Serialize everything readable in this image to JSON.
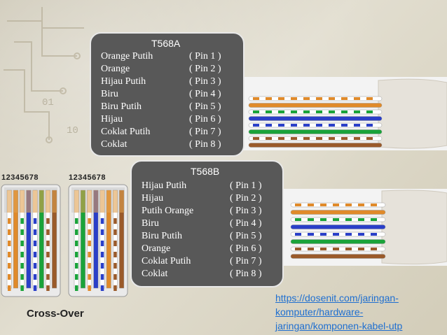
{
  "panel_a": {
    "title": "T568A",
    "rows": [
      {
        "color": "Orange Putih",
        "pin": "( Pin 1 )"
      },
      {
        "color": "Orange",
        "pin": "( Pin 2 )"
      },
      {
        "color": "Hijau Putih",
        "pin": "( Pin 3 )"
      },
      {
        "color": "Biru",
        "pin": "( Pin 4 )"
      },
      {
        "color": "Biru Putih",
        "pin": "( Pin 5 )"
      },
      {
        "color": "Hijau",
        "pin": "( Pin 6 )"
      },
      {
        "color": "Coklat Putih",
        "pin": "( Pin 7 )"
      },
      {
        "color": "Coklat",
        "pin": "( Pin 8 )"
      }
    ]
  },
  "panel_b": {
    "title": "T568B",
    "rows": [
      {
        "color": "Hijau Putih",
        "pin": "( Pin 1 )"
      },
      {
        "color": "Hijau",
        "pin": "( Pin 2 )"
      },
      {
        "color": "Putih Orange",
        "pin": "( Pin 3 )"
      },
      {
        "color": "Biru",
        "pin": "( Pin 4 )"
      },
      {
        "color": "Biru Putih",
        "pin": "( Pin 5 )"
      },
      {
        "color": "Orange",
        "pin": "( Pin 6 )"
      },
      {
        "color": "Coklat Putih",
        "pin": "( Pin 7 )"
      },
      {
        "color": "Coklat",
        "pin": "( Pin 8 )"
      }
    ]
  },
  "connectors": {
    "pin_numbers_left": "12345678",
    "pin_numbers_right": "12345678",
    "caption": "Cross-Over"
  },
  "source_link": {
    "line1": "https://dosenit.com/jaringan-",
    "line2": "komputer/hardware-",
    "line3": "jaringan/komponen-kabel-utp"
  },
  "colors": {
    "panel_bg": "#585858",
    "link": "#1f6fd0",
    "wire_orange": "#e08a2a",
    "wire_green": "#1aa33a",
    "wire_blue": "#2a3fc8",
    "wire_brown": "#9a5a2a"
  },
  "cable_a_wires": [
    "stripe-orange",
    "orange",
    "stripe-green",
    "blue",
    "stripe-blue",
    "green",
    "stripe-brown",
    "brown"
  ],
  "cable_b_wires": [
    "stripe-orange",
    "orange",
    "stripe-green",
    "blue",
    "stripe-blue",
    "green",
    "stripe-brown",
    "brown"
  ],
  "conn_left_wires": [
    "stripe-orange",
    "orange",
    "stripe-green",
    "blue",
    "stripe-blue",
    "green",
    "stripe-brown",
    "brown"
  ],
  "conn_right_wires": [
    "stripe-green",
    "green",
    "stripe-orange",
    "blue",
    "stripe-blue",
    "orange",
    "stripe-brown",
    "brown"
  ]
}
